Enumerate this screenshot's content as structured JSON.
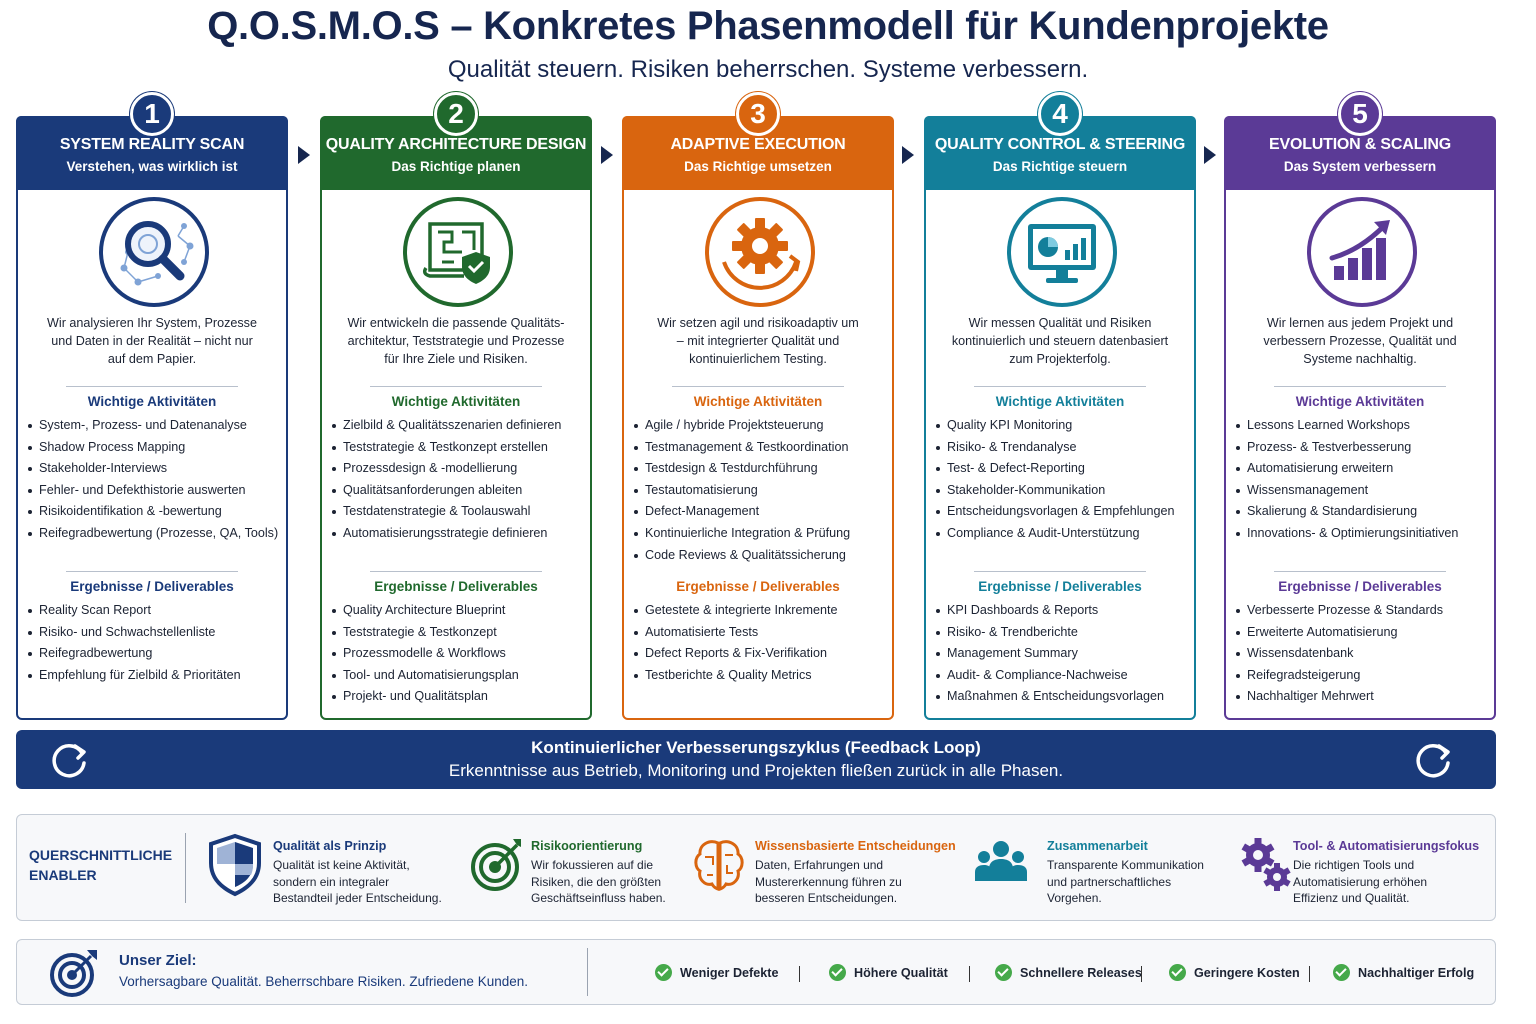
{
  "header": {
    "title": "Q.O.S.M.O.S – Konkretes Phasenmodell für Kundenprojekte",
    "subtitle": "Qualität steuern. Risiken beherrschen. Systeme verbessern."
  },
  "phases": [
    {
      "number": "1",
      "color": "#1a3a7a",
      "icon": "magnifier-network-icon",
      "title": "SYSTEM REALITY SCAN",
      "subtitle": "Verstehen, was wirklich ist",
      "description": [
        "Wir analysieren Ihr System, Prozesse",
        "und Daten in der Realität – nicht nur",
        "auf dem Papier."
      ],
      "activities_heading": "Wichtige Aktivitäten",
      "activities": [
        "System-, Prozess- und Datenanalyse",
        "Shadow Process Mapping",
        "Stakeholder-Interviews",
        "Fehler- und Defekthistorie auswerten",
        "Risikoidentifikation & -bewertung",
        "Reifegradbewertung (Prozesse, QA, Tools)"
      ],
      "deliverables_heading": "Ergebnisse / Deliverables",
      "deliverables": [
        "Reality Scan Report",
        "Risiko- und Schwachstellenliste",
        "Reifegradbewertung",
        "Empfehlung für Zielbild & Prioritäten"
      ]
    },
    {
      "number": "2",
      "color": "#20692d",
      "icon": "blueprint-shield-icon",
      "title": "QUALITY ARCHITECTURE DESIGN",
      "subtitle": "Das Richtige planen",
      "description": [
        "Wir entwickeln die passende Qualitäts-",
        "architektur, Teststrategie und Prozesse",
        "für Ihre Ziele und Risiken."
      ],
      "activities_heading": "Wichtige Aktivitäten",
      "activities": [
        "Zielbild & Qualitätsszenarien definieren",
        "Teststrategie & Testkonzept erstellen",
        "Prozessdesign & -modellierung",
        "Qualitätsanforderungen ableiten",
        "Testdatenstrategie & Toolauswahl",
        "Automatisierungsstrategie definieren"
      ],
      "deliverables_heading": "Ergebnisse / Deliverables",
      "deliverables": [
        "Quality Architecture Blueprint",
        "Teststrategie & Testkonzept",
        "Prozessmodelle & Workflows",
        "Tool- und Automatisierungsplan",
        "Projekt- und Qualitätsplan"
      ]
    },
    {
      "number": "3",
      "color": "#d9650f",
      "icon": "gear-cycle-icon",
      "title": "ADAPTIVE EXECUTION",
      "subtitle": "Das Richtige umsetzen",
      "description": [
        "Wir setzen agil und risikoadaptiv um",
        "– mit integrierter Qualität und",
        "kontinuierlichem Testing."
      ],
      "activities_heading": "Wichtige Aktivitäten",
      "activities": [
        "Agile / hybride Projektsteuerung",
        "Testmanagement & Testkoordination",
        "Testdesign & Testdurchführung",
        "Testautomatisierung",
        "Defect-Management",
        "Kontinuierliche Integration & Prüfung",
        "Code Reviews & Qualitätssicherung"
      ],
      "deliverables_heading": "Ergebnisse / Deliverables",
      "deliverables": [
        "Getestete & integrierte Inkremente",
        "Automatisierte Tests",
        "Defect Reports & Fix-Verifikation",
        "Testberichte & Quality Metrics"
      ]
    },
    {
      "number": "4",
      "color": "#137f9a",
      "icon": "monitor-dashboard-icon",
      "title": "QUALITY CONTROL & STEERING",
      "subtitle": "Das Richtige steuern",
      "description": [
        "Wir messen Qualität und Risiken",
        "kontinuierlich und steuern datenbasiert",
        "zum Projekterfolg."
      ],
      "activities_heading": "Wichtige Aktivitäten",
      "activities": [
        "Quality KPI Monitoring",
        "Risiko- & Trendanalyse",
        "Test- & Defect-Reporting",
        "Stakeholder-Kommunikation",
        "Entscheidungsvorlagen & Empfehlungen",
        "Compliance & Audit-Unterstützung"
      ],
      "deliverables_heading": "Ergebnisse / Deliverables",
      "deliverables": [
        "KPI Dashboards & Reports",
        "Risiko- & Trendberichte",
        "Management Summary",
        "Audit- & Compliance-Nachweise",
        "Maßnahmen & Entscheidungsvorlagen"
      ]
    },
    {
      "number": "5",
      "color": "#5b3a96",
      "icon": "growth-chart-icon",
      "title": "EVOLUTION & SCALING",
      "subtitle": "Das System verbessern",
      "description": [
        "Wir lernen aus jedem Projekt und",
        "verbessern Prozesse, Qualität und",
        "Systeme nachhaltig."
      ],
      "activities_heading": "Wichtige Aktivitäten",
      "activities": [
        "Lessons Learned Workshops",
        "Prozess- & Testverbesserung",
        "Automatisierung erweitern",
        "Wissensmanagement",
        "Skalierung & Standardisierung",
        "Innovations- & Optimierungsinitiativen"
      ],
      "deliverables_heading": "Ergebnisse / Deliverables",
      "deliverables": [
        "Verbesserte Prozesse & Standards",
        "Erweiterte Automatisierung",
        "Wissensdatenbank",
        "Reifegradsteigerung",
        "Nachhaltiger Mehrwert"
      ]
    }
  ],
  "feedback_loop": {
    "title": "Kontinuierlicher Verbesserungszyklus (Feedback Loop)",
    "text": "Erkenntnisse aus Betrieb, Monitoring und Projekten fließen zurück in alle Phasen.",
    "icon": "refresh-cycle-icon"
  },
  "enablers": {
    "label_line1": "QUERSCHNITTLICHE",
    "label_line2": "ENABLER",
    "items": [
      {
        "icon": "shield-icon",
        "color": "#1a3a7a",
        "title": "Qualität als Prinzip",
        "lines": [
          "Qualität ist keine Aktivität,",
          "sondern ein integraler",
          "Bestandteil jeder Entscheidung."
        ]
      },
      {
        "icon": "target-icon",
        "color": "#20692d",
        "title": "Risikoorientierung",
        "lines": [
          "Wir fokussieren auf die",
          "Risiken, die den größten",
          "Geschäftseinfluss haben."
        ]
      },
      {
        "icon": "brain-icon",
        "color": "#d9650f",
        "title": "Wissensbasierte Entscheidungen",
        "lines": [
          "Daten, Erfahrungen und",
          "Mustererkennung führen zu",
          "besseren Entscheidungen."
        ]
      },
      {
        "icon": "team-icon",
        "color": "#137f9a",
        "title": "Zusammenarbeit",
        "lines": [
          "Transparente Kommunikation",
          "und partnerschaftliches",
          "Vorgehen."
        ]
      },
      {
        "icon": "gears-icon",
        "color": "#5b3a96",
        "title": "Tool- & Automatisierungsfokus",
        "lines": [
          "Die richtigen Tools und",
          "Automatisierung erhöhen",
          "Effizienz und Qualität."
        ]
      }
    ]
  },
  "goal": {
    "icon": "target-arrow-icon",
    "title": "Unser Ziel:",
    "text": "Vorhersagbare Qualität. Beherrschbare Risiken. Zufriedene Kunden.",
    "benefits": [
      "Weniger Defekte",
      "Höhere Qualität",
      "Schnellere Releases",
      "Geringere Kosten",
      "Nachhaltiger Erfolg"
    ]
  }
}
